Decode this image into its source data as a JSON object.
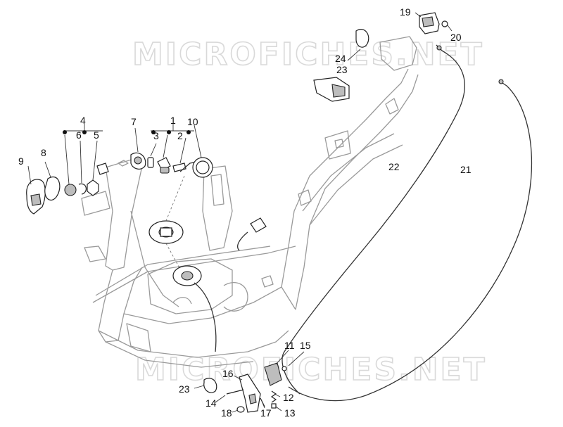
{
  "watermark": {
    "text_top": "MICROFICHES.NET",
    "text_bottom": "MICROFICHES.NET"
  },
  "callouts": {
    "c1": "1",
    "c2": "2",
    "c3": "3",
    "c4": "4",
    "c5": "5",
    "c6": "6",
    "c7": "7",
    "c8": "8",
    "c9": "9",
    "c10": "10",
    "c11": "11",
    "c12": "12",
    "c13": "13",
    "c14": "14",
    "c15": "15",
    "c16": "16",
    "c17": "17",
    "c18": "18",
    "c19": "19",
    "c20": "20",
    "c21": "21",
    "c22": "22",
    "c23a": "23",
    "c23b": "23",
    "c24": "24"
  },
  "colors": {
    "frame_line": "#9a9a9a",
    "part_line": "#222222",
    "watermark": "#d9d9d9",
    "background": "#ffffff"
  }
}
